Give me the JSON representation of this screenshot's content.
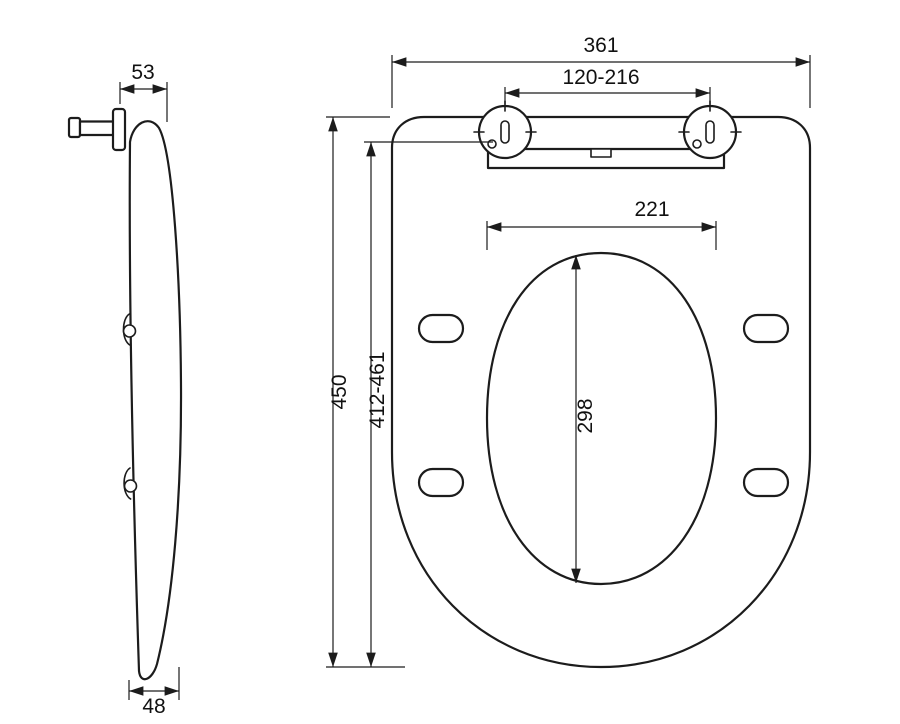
{
  "drawing": {
    "ink_color": "#1c1c1c",
    "background_color": "#ffffff",
    "dims": {
      "side_top_width": "53",
      "side_bottom_width": "48",
      "overall_width": "361",
      "hinge_hole_spacing": "120-216",
      "inner_opening_width": "221",
      "overall_length": "450",
      "installation_length": "412-461",
      "inner_opening_length": "298"
    }
  }
}
